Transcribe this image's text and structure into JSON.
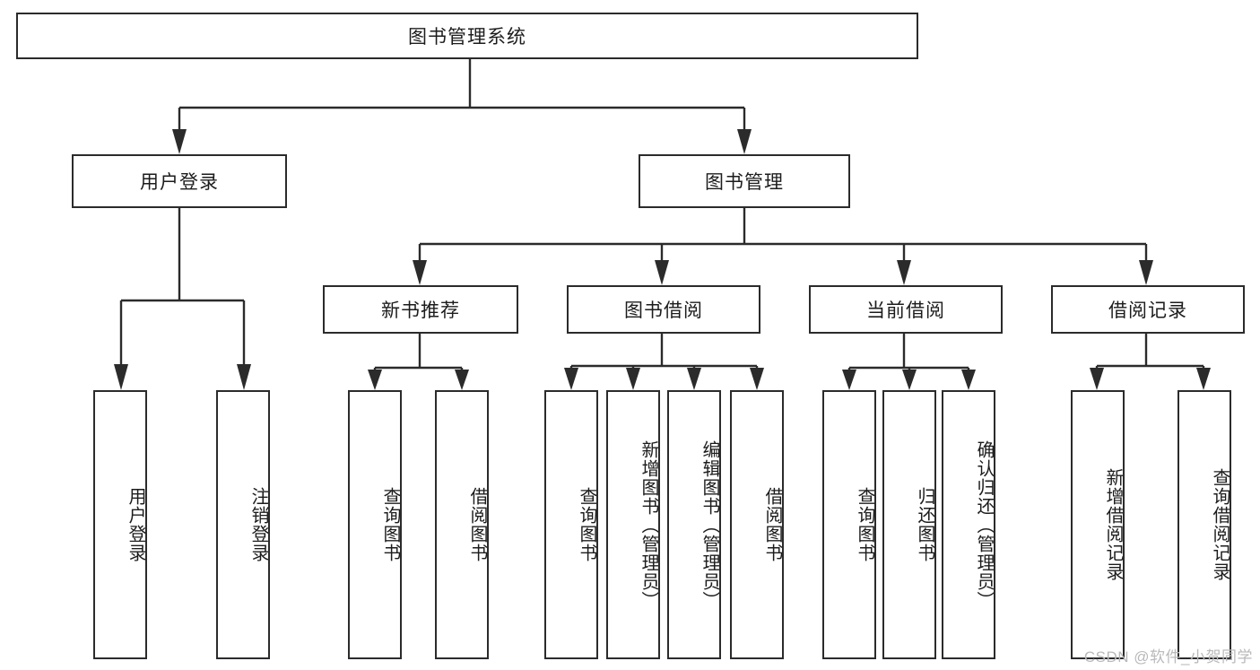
{
  "diagram": {
    "type": "tree-hierarchy-chart",
    "title": "图书管理系统",
    "colors": {
      "stroke": "#2b2b2b",
      "fill": "#ffffff",
      "text": "#1c1c1c",
      "watermark": "#b9b9b9"
    },
    "root": {
      "label": "图书管理系统"
    },
    "level2": [
      {
        "label": "用户登录"
      },
      {
        "label": "图书管理"
      }
    ],
    "level3": [
      {
        "label": "新书推荐"
      },
      {
        "label": "图书借阅"
      },
      {
        "label": "当前借阅"
      },
      {
        "label": "借阅记录"
      }
    ],
    "leaves": {
      "user_login": [
        {
          "label": "用户登录"
        },
        {
          "label": "注销登录"
        }
      ],
      "new_book_recommend": [
        {
          "label": "查询图书"
        },
        {
          "label": "借阅图书"
        }
      ],
      "book_borrow": [
        {
          "label": "查询图书"
        },
        {
          "label": "新增图书（管理员）"
        },
        {
          "label": "编辑图书（管理员）"
        },
        {
          "label": "借阅图书"
        }
      ],
      "current_borrow": [
        {
          "label": "查询图书"
        },
        {
          "label": "归还图书"
        },
        {
          "label": "确认归还（管理员）"
        }
      ],
      "borrow_records": [
        {
          "label": "新增借阅记录"
        },
        {
          "label": "查询借阅记录"
        }
      ]
    }
  },
  "watermark": {
    "text": "CSDN @软件_小贺同学"
  }
}
